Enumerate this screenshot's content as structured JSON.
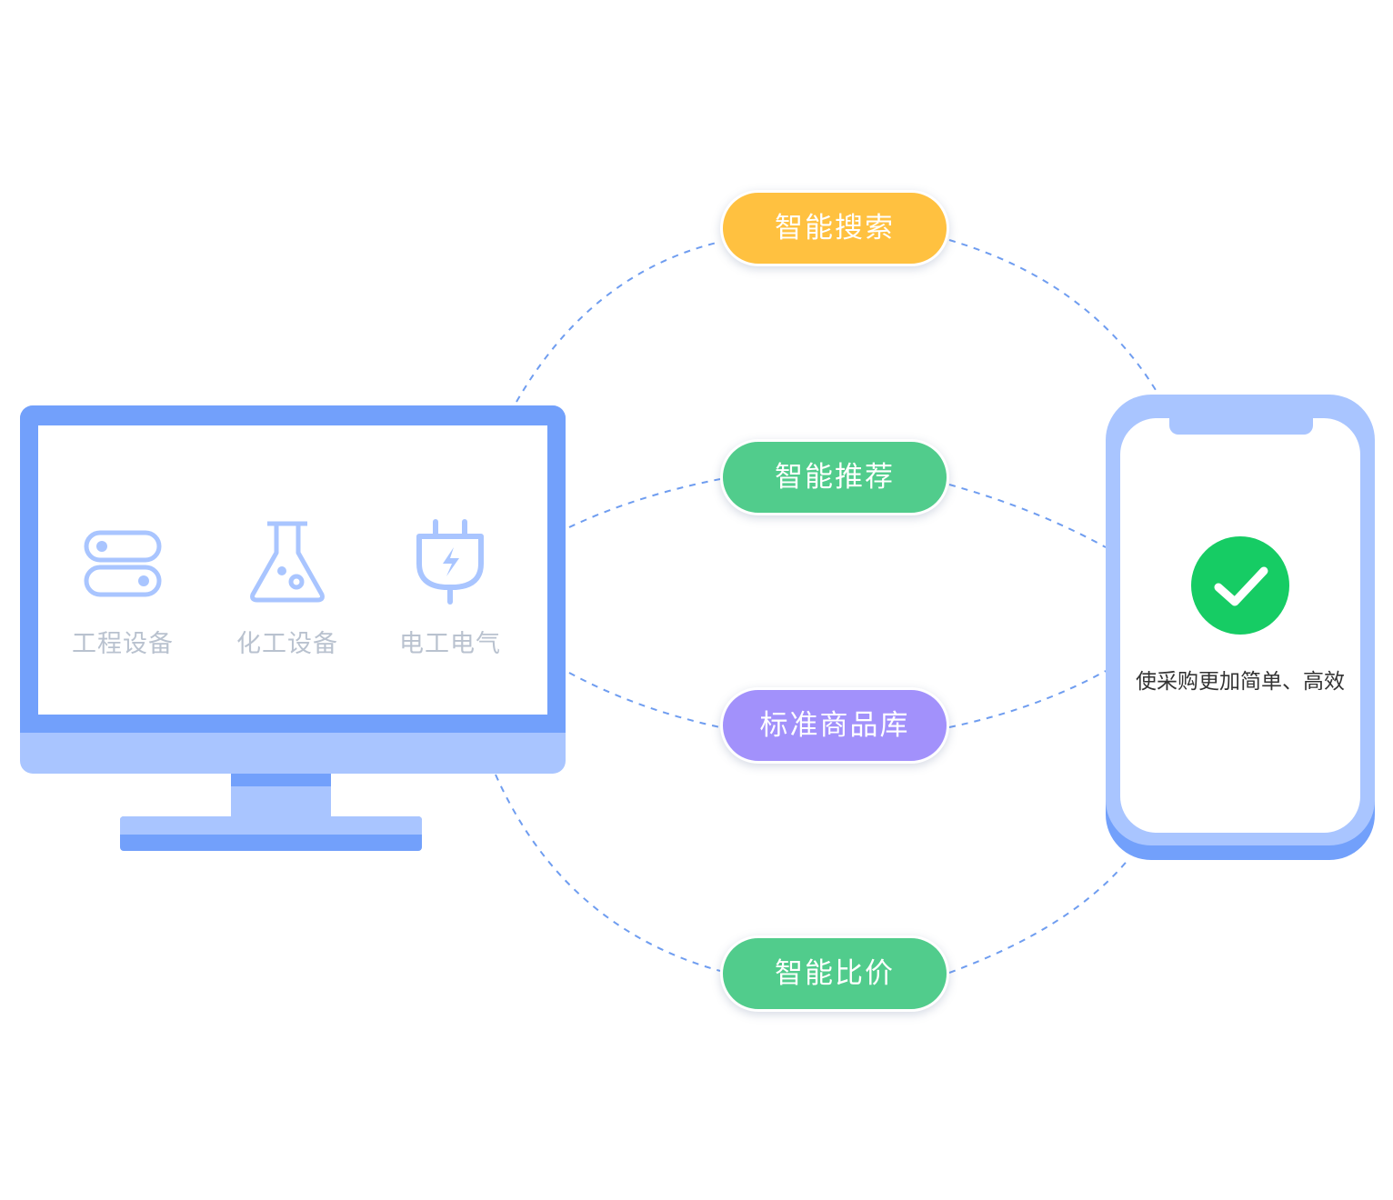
{
  "categories": [
    {
      "label": "工程设备",
      "icon": "toggle-switches-icon"
    },
    {
      "label": "化工设备",
      "icon": "flask-icon"
    },
    {
      "label": "电工电气",
      "icon": "electric-plug-icon"
    }
  ],
  "features": [
    {
      "label": "智能搜索",
      "color": "#ffc140"
    },
    {
      "label": "智能推荐",
      "color": "#51cc8c"
    },
    {
      "label": "标准商品库",
      "color": "#a291fb"
    },
    {
      "label": "智能比价",
      "color": "#51cc8c"
    }
  ],
  "phone": {
    "tagline": "使采购更加简单、高效",
    "status_icon": "check-circle-icon",
    "status_color": "#16cc64"
  },
  "colors": {
    "device_primary": "#72a0fb",
    "device_light": "#a9c5ff",
    "connector": "#6f9df0",
    "category_text": "#b9c2cf"
  }
}
